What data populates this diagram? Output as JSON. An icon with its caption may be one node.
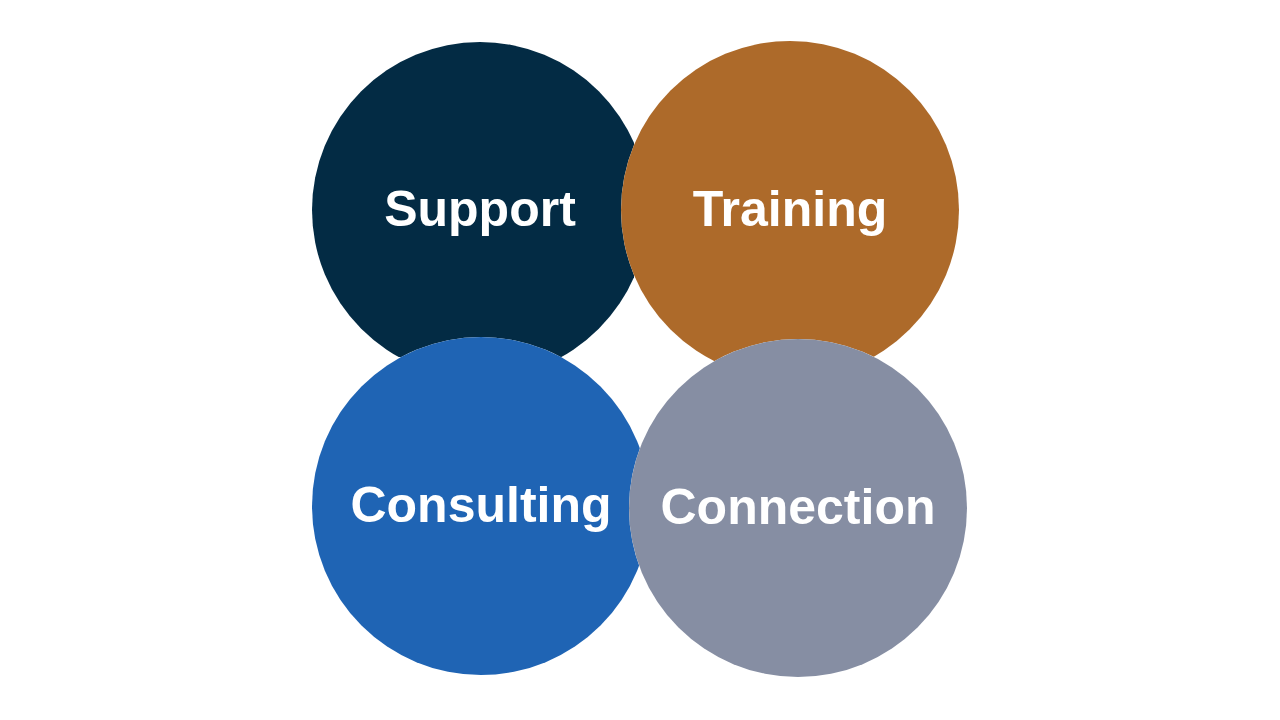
{
  "diagram": {
    "nodes": [
      {
        "text": [
          "Support"
        ]
      },
      {
        "text": [
          "Training"
        ]
      },
      {
        "text": [
          "Consulting"
        ]
      },
      {
        "text": [
          "Connection"
        ]
      }
    ]
  }
}
